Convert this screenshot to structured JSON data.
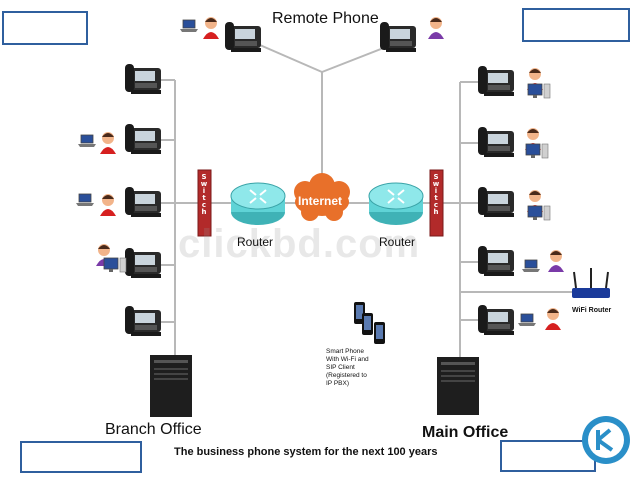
{
  "title": "Remote Phone",
  "labels": {
    "router_left": "Router",
    "router_right": "Router",
    "internet": "Internet",
    "branch_office": "Branch Office",
    "main_office": "Main Office",
    "caption": "The business phone system for the next 100 years",
    "wifi_router": "WiFi Router",
    "smartphone_line1": "Smart Phone",
    "smartphone_line2": "With Wi-Fi and",
    "smartphone_line3": "SIP Client",
    "smartphone_line4": "(Registered to",
    "smartphone_line5": "IP PBX)",
    "switch_left": "Switch",
    "switch_right": "Switch",
    "watermark": "clickbd.com"
  },
  "colors": {
    "frame": "#2f5f9e",
    "switch": "#b22a2a",
    "router": "#5fd3d6",
    "internet": "#e8702a",
    "line": "#b8b8b8",
    "phone": "#2a2a2a"
  },
  "icons": [
    "ip-phone-icon",
    "user-headset-icon",
    "laptop-icon",
    "desktop-computer-icon",
    "server-tower-icon",
    "router-icon",
    "switch-icon",
    "internet-cloud-icon",
    "smartphone-icon",
    "wifi-router-icon",
    "clickbd-logo-icon"
  ]
}
